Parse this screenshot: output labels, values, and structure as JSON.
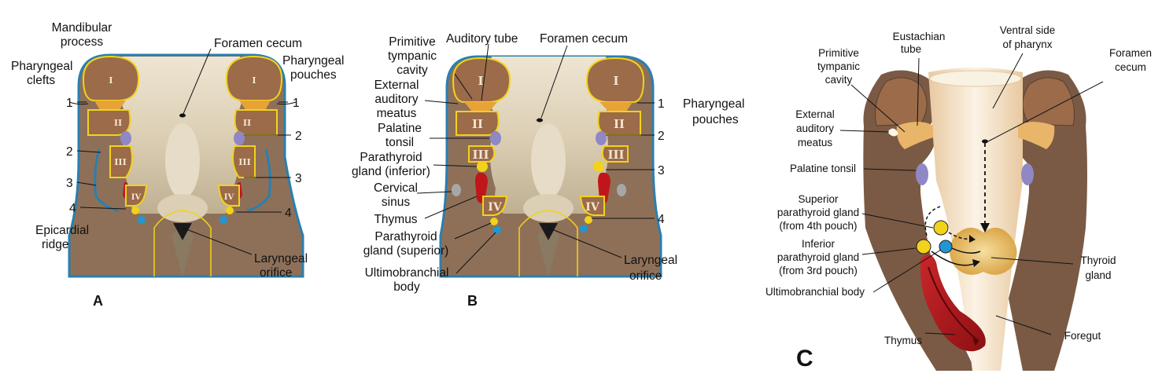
{
  "panels": {
    "a": "A",
    "b": "B",
    "c": "C"
  },
  "roman": {
    "i": "I",
    "ii": "II",
    "iii": "III",
    "iv": "IV"
  },
  "panel_a": {
    "mandibular_1": "Mandibular",
    "mandibular_2": "process",
    "foramen_cecum": "Foramen cecum",
    "pharyngeal_clefts_1": "Pharyngeal",
    "pharyngeal_clefts_2": "clefts",
    "pharyngeal_pouches_1": "Pharyngeal",
    "pharyngeal_pouches_2": "pouches",
    "epicardial_1": "Epicardial",
    "epicardial_2": "ridge",
    "laryngeal_1": "Laryngeal",
    "laryngeal_2": "orifice",
    "n1": "1",
    "n2": "2",
    "n3": "3",
    "n4": "4"
  },
  "panel_b": {
    "primitive_1": "Primitive",
    "primitive_2": "tympanic",
    "primitive_3": "cavity",
    "auditory_tube": "Auditory tube",
    "foramen_cecum": "Foramen cecum",
    "external_1": "External",
    "external_2": "auditory",
    "external_3": "meatus",
    "pharyngeal_pouches_1": "Pharyngeal",
    "pharyngeal_pouches_2": "pouches",
    "palatine_1": "Palatine",
    "palatine_2": "tonsil",
    "parathyroid_inf_1": "Parathyroid",
    "parathyroid_inf_2": "gland (inferior)",
    "cervical_1": "Cervical",
    "cervical_2": "sinus",
    "thymus": "Thymus",
    "parathyroid_sup_1": "Parathyroid",
    "parathyroid_sup_2": "gland (superior)",
    "ultimo_1": "Ultimobranchial",
    "ultimo_2": "body",
    "laryngeal_1": "Laryngeal",
    "laryngeal_2": "orifice",
    "n1": "1",
    "n2": "2",
    "n3": "3",
    "n4": "4"
  },
  "panel_c": {
    "eustachian_1": "Eustachian",
    "eustachian_2": "tube",
    "ventral_1": "Ventral side",
    "ventral_2": "of pharynx",
    "primitive_1": "Primitive",
    "primitive_2": "tympanic",
    "primitive_3": "cavity",
    "foramen_1": "Foramen",
    "foramen_2": "cecum",
    "external_1": "External",
    "external_2": "auditory",
    "external_3": "meatus",
    "palatine_tonsil": "Palatine tonsil",
    "superior_1": "Superior",
    "superior_2": "parathyroid gland",
    "superior_3": "(from 4th pouch)",
    "inferior_1": "Inferior",
    "inferior_2": "parathyroid gland",
    "inferior_3": "(from 3rd pouch)",
    "ultimo": "Ultimobranchial body",
    "thyroid_1": "Thyroid",
    "thyroid_2": "gland",
    "thymus": "Thymus",
    "foregut": "Foregut"
  },
  "colors": {
    "arch_brown": "#9b6b4a",
    "dark_brown": "#7a5a45",
    "beige": "#ddd0b6",
    "outline_blue": "#2a7fb0",
    "pouch_yellow": "#f2d21b",
    "thymus_red": "#c0161b",
    "ultimobranchial_blue": "#2196d3",
    "tonsil_purple": "#8f88c4",
    "thyroid_gold": "#e1b150"
  }
}
